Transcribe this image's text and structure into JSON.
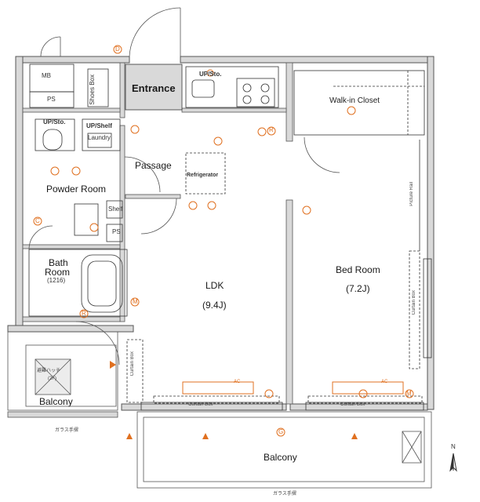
{
  "rooms": {
    "entrance": "Entrance",
    "ldk": "LDK",
    "ldk_size": "(9.4J)",
    "bedroom": "Bed Room",
    "bedroom_size": "(7.2J)",
    "walkin_closet": "Walk-in Closet",
    "passage": "Passage",
    "powder_room": "Powder Room",
    "bath_room_1": "Bath",
    "bath_room_2": "Room",
    "bath_size": "(1216)",
    "balcony_main": "Balcony",
    "balcony_side": "Balcony",
    "laundry": "Laundry"
  },
  "fixtures": {
    "mb": "MB",
    "ps_top": "PS",
    "ps_mid": "PS",
    "shoes_box": "Shoes Box",
    "up_sto_kitchen": "UP/Sto.",
    "up_sto_powder": "UP/Sto.",
    "up_shelf": "UP/Shelf",
    "refrigerator": "Refrigerator",
    "shelf": "Shelf",
    "curtain_box_ldk": "Curtain Box",
    "curtain_box_bed": "Curtain Box",
    "curtain_box_left": "Curtain Box",
    "curtain_box_right": "Curtain Box",
    "picture_rail": "Picture Rail",
    "hatch_1": "避難ハッチ",
    "hatch_2": "(2F)",
    "glass_rail_side": "ガラス手摺",
    "glass_rail_main": "ガラス手摺"
  },
  "symbols": {
    "r_kitchen": "R",
    "r_bath": "R",
    "c_powder": "C",
    "m_ldk": "M",
    "m_bed": "M",
    "d_top": "D",
    "g_balcony": "G",
    "ac_ldk": "AC",
    "ac_bed": "AC"
  },
  "compass": {
    "north": "N"
  },
  "colors": {
    "wall": "#555555",
    "wall_fill": "#d9d9d9",
    "line": "#333333",
    "equipment": "#e07020"
  }
}
